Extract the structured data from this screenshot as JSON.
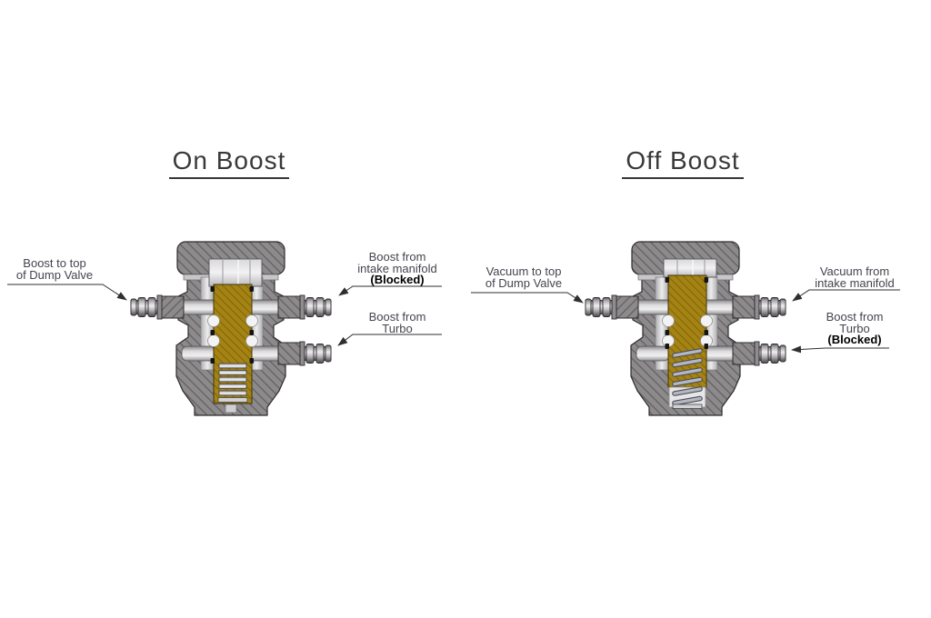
{
  "figure": {
    "panels": [
      {
        "title": "On Boost",
        "state": "spring-compressed",
        "labels": {
          "left": {
            "line1": "Boost to top",
            "line2": "of Dump Valve",
            "blocked": ""
          },
          "right_top": {
            "line1": "Boost from",
            "line2": "intake manifold",
            "blocked": "(Blocked)"
          },
          "right_bottom": {
            "line1": "Boost from",
            "line2": "Turbo",
            "blocked": ""
          }
        }
      },
      {
        "title": "Off Boost",
        "state": "spring-extended",
        "labels": {
          "left": {
            "line1": "Vacuum to top",
            "line2": "of Dump Valve",
            "blocked": ""
          },
          "right_top": {
            "line1": "Vacuum from",
            "line2": "intake manifold",
            "blocked": ""
          },
          "right_bottom": {
            "line1": "Boost from",
            "line2": "Turbo",
            "blocked": "(Blocked)"
          }
        }
      }
    ],
    "colors": {
      "background": "#ffffff",
      "title_text": "#3a383b",
      "label_text": "#45434e",
      "blocked_text": "#000000",
      "leader_line": "#2f2f2f",
      "body_gray": "#8d8a8b",
      "hatch_gray": "#615e61",
      "brass": "#a58313",
      "brass_hatch": "#80660e",
      "spring_silver": "#b3b7c1",
      "oring_black": "#141414"
    }
  }
}
